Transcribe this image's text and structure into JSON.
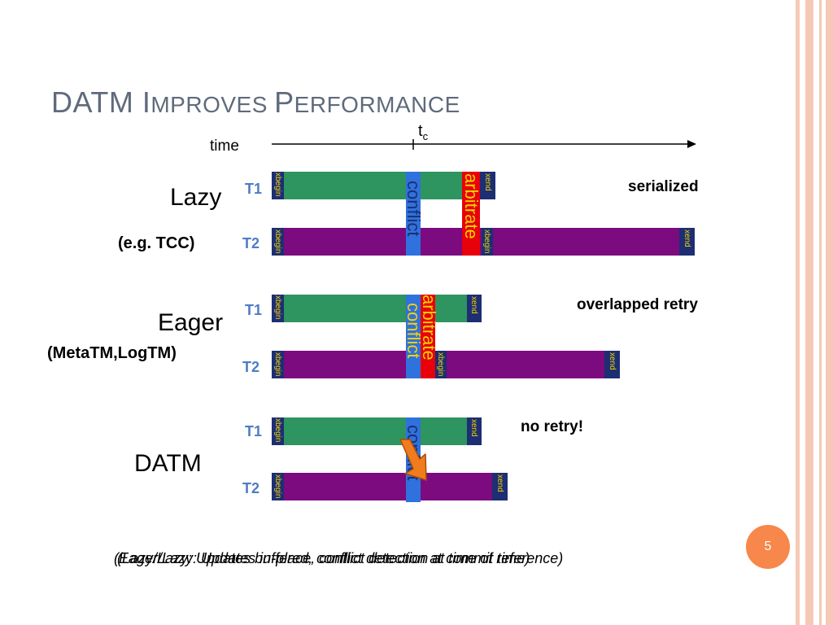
{
  "slide": {
    "title_first": "DATM ",
    "title_i_cap": "I",
    "title_i_rest": "MPROVES ",
    "title_p_cap": "P",
    "title_p_rest": "ERFORMANCE",
    "page_number": "5",
    "footer_line1": "(Eager/Lazy: Updates in-place, conflict detection at time of reference)",
    "footer_line2": "(Lazy/Lazy: Updates buffered, conflict detection at commit time)"
  },
  "timeline": {
    "time_label": "time",
    "tc_label": "t",
    "tc_sub": "c"
  },
  "sections": {
    "lazy": {
      "name": "Lazy",
      "example": "(e.g. TCC)",
      "t1": "T1",
      "t2": "T2",
      "note": "serialized"
    },
    "eager": {
      "name": "Eager",
      "example": "(MetaTM,LogTM)",
      "t1": "T1",
      "t2": "T2",
      "note": "overlapped retry"
    },
    "datm": {
      "name": "DATM",
      "t1": "T1",
      "t2": "T2",
      "note": "no retry!"
    }
  },
  "bar_labels": {
    "xbegin": "xbegin",
    "xend": "xend",
    "conflict": "conflict",
    "arbitrate": "arbitrate"
  },
  "colors": {
    "green": "#2e9460",
    "purple": "#7b0b7f",
    "navy": "#1d2e72",
    "conflict_blue": "#2f71dd",
    "arbitrate_red": "#e8000a",
    "arrow_orange": "#f07c1e",
    "title_gray": "#5f6b7c",
    "page_circle": "#f7874a"
  }
}
